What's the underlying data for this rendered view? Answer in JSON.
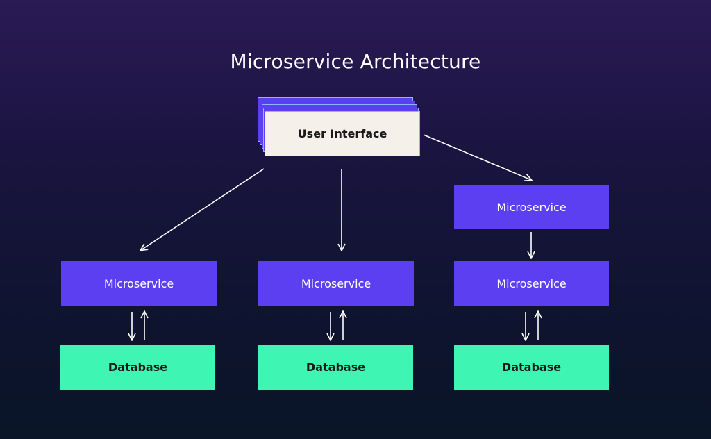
{
  "title": "Microservice Architecture",
  "user_interface": {
    "label": "User Interface"
  },
  "columns": [
    {
      "microservices": [
        "Microservice"
      ],
      "database": "Database"
    },
    {
      "microservices": [
        "Microservice"
      ],
      "database": "Database"
    },
    {
      "microservices": [
        "Microservice",
        "Microservice"
      ],
      "database": "Database"
    }
  ],
  "colors": {
    "background_top": "#2a1a55",
    "background_bottom": "#0a1528",
    "microservice": "#5b3ff0",
    "database": "#3ef5b4",
    "user_interface": "#f6f0ea",
    "arrow": "#ffffff"
  }
}
